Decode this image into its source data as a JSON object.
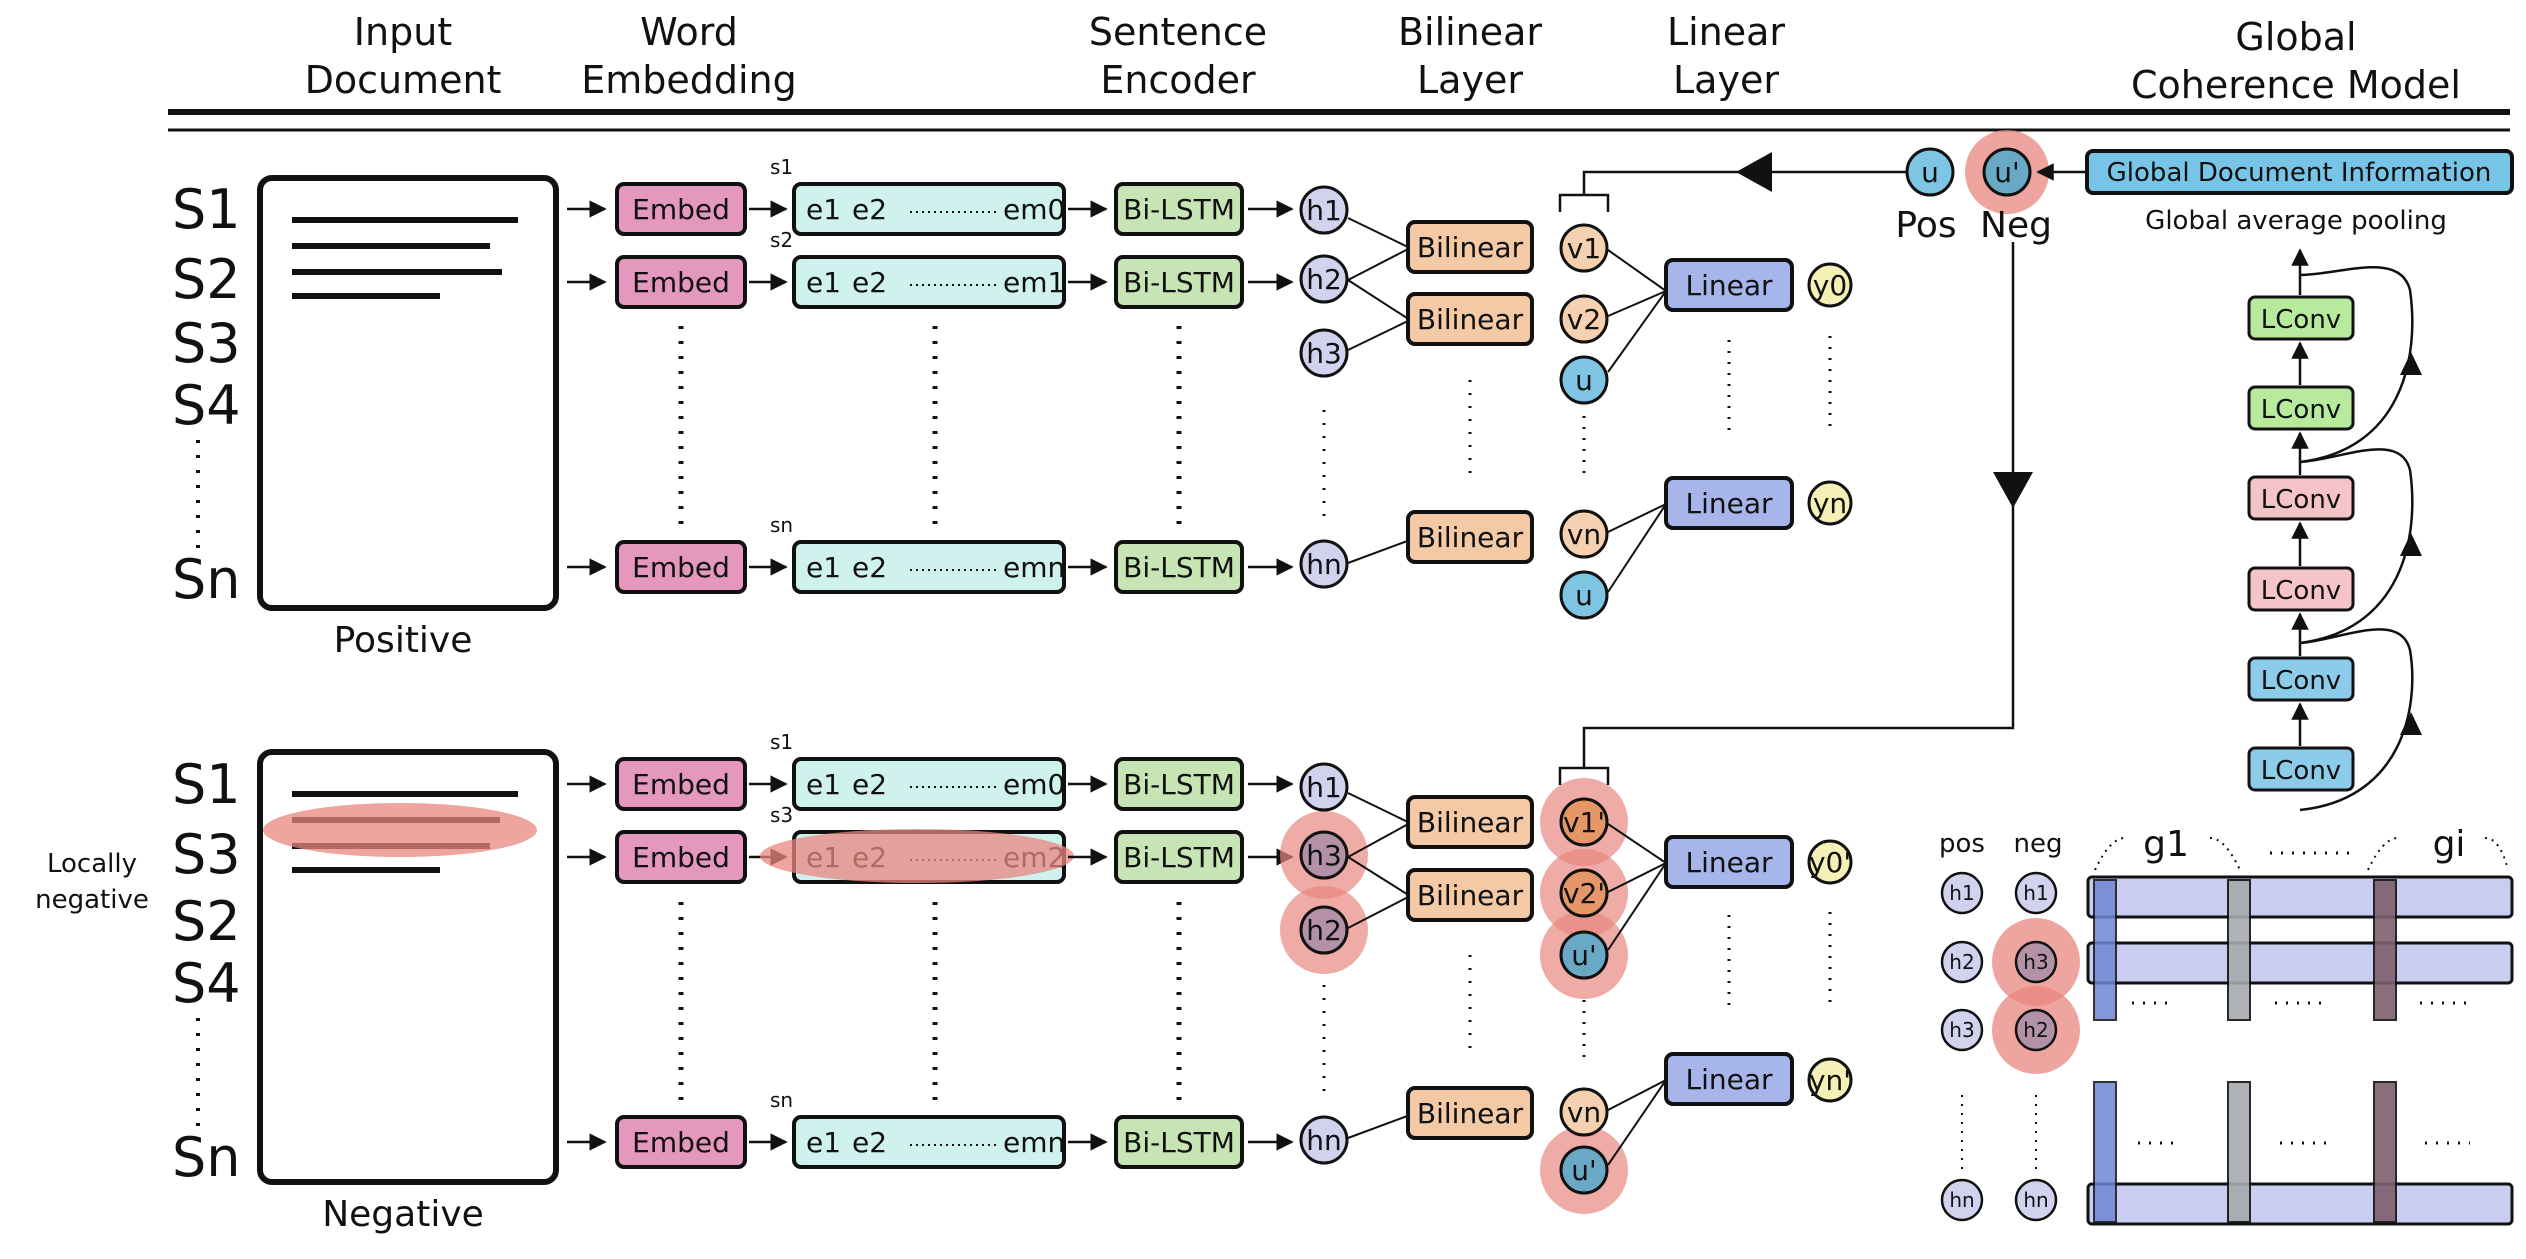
{
  "headers": {
    "input_document": [
      "Input",
      "Document"
    ],
    "word_embedding": [
      "Word",
      "Embedding"
    ],
    "sentence_encoder": [
      "Sentence",
      "Encoder"
    ],
    "bilinear_layer": [
      "Bilinear",
      "Layer"
    ],
    "linear_layer": [
      "Linear",
      "Layer"
    ],
    "global_coherence": [
      "Global",
      "Coherence Model"
    ]
  },
  "positive": {
    "label": "Positive",
    "sentences": [
      "S1",
      "S2",
      "S3",
      "S4",
      "Sn"
    ],
    "row_tags": [
      "s1",
      "s2",
      "sn"
    ],
    "hidden": [
      "h1",
      "h2",
      "h3",
      "hn"
    ],
    "vectors": [
      "v1",
      "v2",
      "u",
      "vn",
      "u"
    ],
    "outputs": [
      "y0",
      "yn"
    ]
  },
  "negative": {
    "label": "Negative",
    "side_label": [
      "Locally",
      "negative"
    ],
    "sentences": [
      "S1",
      "S3",
      "S2",
      "S4",
      "Sn"
    ],
    "row_tags": [
      "s1",
      "s3",
      "sn"
    ],
    "hidden": [
      "h1",
      "h3",
      "h2",
      "hn"
    ],
    "vectors": [
      "v1'",
      "v2'",
      "u'",
      "vn",
      "u'"
    ],
    "outputs": [
      "y0'",
      "yn'"
    ]
  },
  "modules": {
    "embed": "Embed",
    "bilstm": "Bi-LSTM",
    "bilinear": "Bilinear",
    "linear": "Linear",
    "lconv": "LConv",
    "global_doc": "Global Document Information",
    "global_pool": "Global average pooling"
  },
  "embed_rows": {
    "e1": "e1",
    "e2": "e2",
    "pos": [
      "em0",
      "em1",
      "emn"
    ],
    "neg": [
      "em0",
      "em2",
      "emn"
    ]
  },
  "global": {
    "u": "u",
    "u_prime": "u'",
    "pos_label": "Pos",
    "neg_label": "Neg"
  },
  "grid": {
    "col_pos": "pos",
    "col_neg": "neg",
    "g1": "g1",
    "gi": "gi",
    "pos_h": [
      "h1",
      "h2",
      "h3",
      "hn"
    ],
    "neg_h": [
      "h1",
      "h3",
      "h2",
      "hn"
    ]
  },
  "colors": {
    "embed": "#e598bd",
    "embed_cell": "#d0f2ef",
    "bilstm": "#c6e4b4",
    "hidden": "#d1d3ee",
    "bilinear": "#f3c9a6",
    "vec": "#f6d1b1",
    "u": "#7ec5e3",
    "linear": "#a6b6ea",
    "y": "#f4f0b6",
    "lconv_green": "#b8ea9e",
    "lconv_pink": "#f5c4c8",
    "lconv_blue": "#8ccbea",
    "global_doc": "#78c4e6",
    "highlight": "#e8877f",
    "bar": "#c9cdf0"
  }
}
